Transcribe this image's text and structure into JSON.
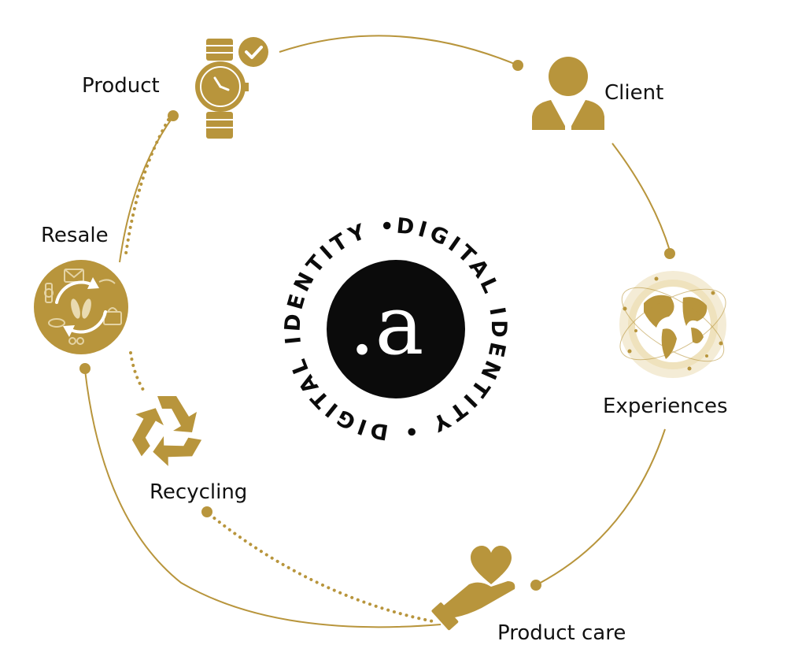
{
  "colors": {
    "gold": "#b8953c",
    "gold_dark": "#a4832f",
    "black": "#0b0b0b",
    "white": "#ffffff",
    "text": "#111111"
  },
  "nodes": {
    "product": {
      "label": "Product",
      "icon": "watch-check-icon"
    },
    "client": {
      "label": "Client",
      "icon": "person-icon"
    },
    "experiences": {
      "label": "Experiences",
      "icon": "globe-icon"
    },
    "product_care": {
      "label": "Product care",
      "icon": "heart-hand-icon"
    },
    "recycling": {
      "label": "Recycling",
      "icon": "recycle-icon"
    },
    "resale": {
      "label": "Resale",
      "icon": "resale-items-icon"
    }
  },
  "center": {
    "ring_text": "DIGITAL IDENTITY • DIGITAL IDENTITY •",
    "logo_text": ".a"
  }
}
